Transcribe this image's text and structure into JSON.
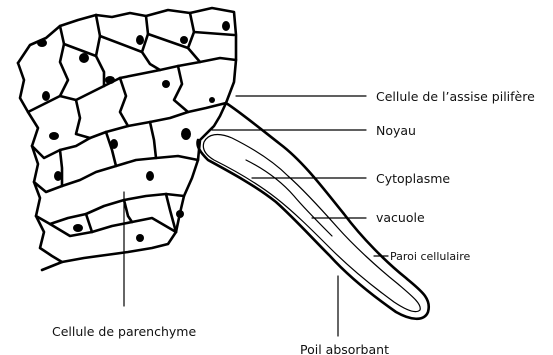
{
  "labels": {
    "assise": "Cellule de l’assise pilifère",
    "noyau": "Noyau",
    "cytoplasme": "Cytoplasme",
    "vacuole": "vacuole",
    "paroi": "Paroi cellulaire",
    "parenchyme": "Cellule de parenchyme",
    "poil": "Poil absorbant"
  }
}
